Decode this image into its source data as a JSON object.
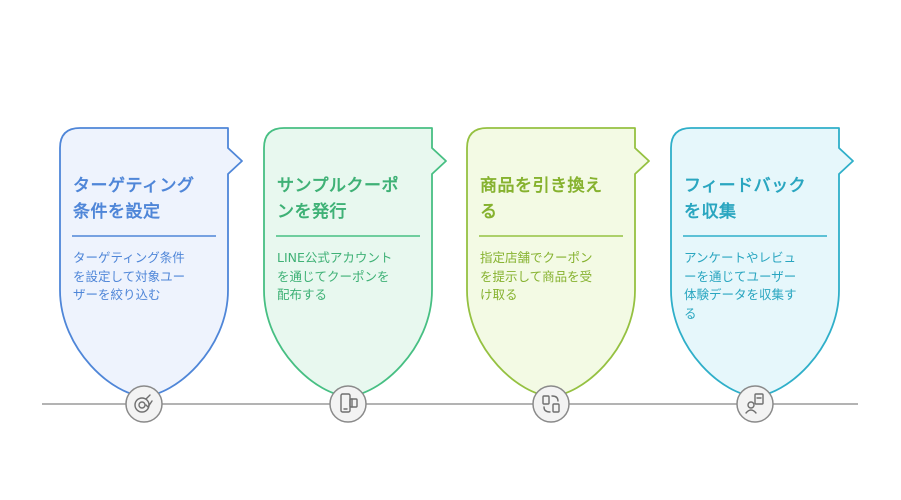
{
  "steps": [
    {
      "title": "ターゲティング条件を設定",
      "title_lines": [
        "ターゲティング",
        "条件を設定"
      ],
      "desc_lines": [
        "ターゲティング条件",
        "を設定して対象ユー",
        "ザーを絞り込む"
      ],
      "icon": "target-check-icon",
      "stroke": "#4f86d8",
      "fill": "#eef3fd",
      "title_color": "#4f86d8",
      "desc_color": "#4f86d8"
    },
    {
      "title": "サンプルクーポンを発行",
      "title_lines": [
        "サンプルクーポ",
        "ンを発行"
      ],
      "desc_lines": [
        "LINE公式アカウント",
        "を通じてクーポンを",
        "配布する"
      ],
      "icon": "phone-coupon-icon",
      "stroke": "#47bf83",
      "fill": "#e8f8ef",
      "title_color": "#3fb176",
      "desc_color": "#3fb176"
    },
    {
      "title": "商品を引き換える",
      "title_lines": [
        "商品を引き換え",
        "る"
      ],
      "desc_lines": [
        "指定店舗でクーポン",
        "を提示して商品を受",
        "け取る"
      ],
      "icon": "exchange-icon",
      "stroke": "#95c141",
      "fill": "#f3fae4",
      "title_color": "#86b22f",
      "desc_color": "#86b22f"
    },
    {
      "title": "フィードバックを収集",
      "title_lines": [
        "フィードバック",
        "を収集"
      ],
      "desc_lines": [
        "アンケートやレビュ",
        "ーを通じてユーザー",
        "体験データを収集す",
        "る"
      ],
      "icon": "feedback-icon",
      "stroke": "#2fafc9",
      "fill": "#e6f7fb",
      "title_color": "#2aa6c0",
      "desc_color": "#2aa6c0"
    }
  ],
  "colors": {
    "timeline": "#9a9a9a",
    "icon_stroke": "#8a8a8a",
    "icon_fill": "#f3f3f3"
  }
}
